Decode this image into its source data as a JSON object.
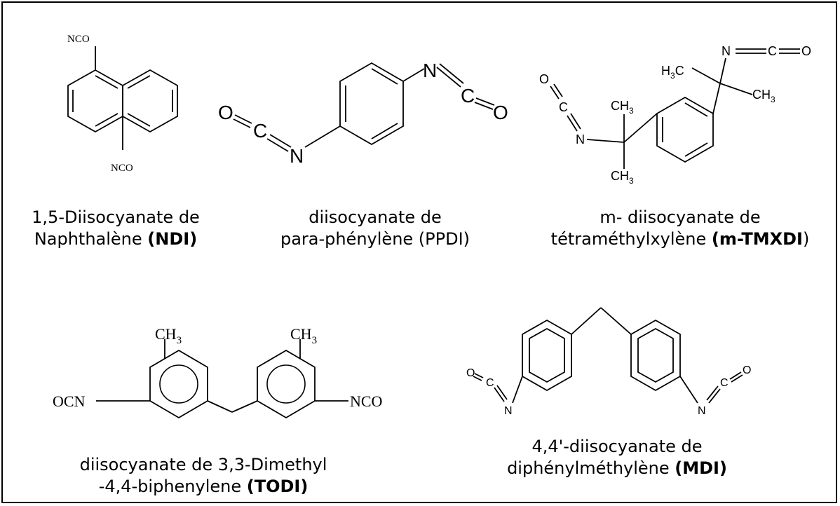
{
  "molecules": [
    {
      "id": "ndi",
      "atom_labels": {
        "top": "NCO",
        "bottom": "NCO"
      },
      "caption": {
        "line1": "1,5-Diisocyanate de",
        "line2": "Naphthalène ",
        "abbr": "(NDI)"
      }
    },
    {
      "id": "ppdi",
      "atom_labels": {
        "o_left": "O",
        "c_left": "C",
        "n_left": "N",
        "n_right": "N",
        "c_right": "C",
        "o_right": "O"
      },
      "caption": {
        "line1": "diisocyanate de",
        "line2": "para-phénylène  (PPDI)",
        "abbr": ""
      }
    },
    {
      "id": "mtmxdi",
      "atom_labels": {
        "h3c": "H",
        "h3c_sub": "3",
        "h3c_c": "C",
        "n_top": "N",
        "c_top": "C",
        "o_top": "O",
        "ch3_right": "CH",
        "ch3_right_sub": "3",
        "o_left": "O",
        "c_left": "C",
        "n_left": "N",
        "ch3_up": "CH",
        "ch3_up_sub": "3",
        "ch3_down": "CH",
        "ch3_down_sub": "3"
      },
      "caption": {
        "line1": "m- diisocyanate de",
        "line2": "tétraméthylxylène  ",
        "abbr": "(m-TMXDI",
        "tail": ")"
      }
    },
    {
      "id": "todi",
      "atom_labels": {
        "ch3_left": "CH",
        "ch3_left_sub": "3",
        "ch3_right": "CH",
        "ch3_right_sub": "3",
        "ocn": "OCN",
        "nco": "NCO"
      },
      "caption": {
        "line1": "diisocyanate  de 3,3-Dimethyl",
        "line2": "-4,4-biphenylene  ",
        "abbr": "(TODI)"
      }
    },
    {
      "id": "mdi",
      "atom_labels": {
        "o_left": "O",
        "c_left": "C",
        "n_left": "N",
        "n_right": "N",
        "c_right": "C",
        "o_right": "O"
      },
      "caption": {
        "line1": "4,4'-diisocyanate de",
        "line2": "diphénylméthylène ",
        "abbr": "(MDI)"
      }
    }
  ]
}
